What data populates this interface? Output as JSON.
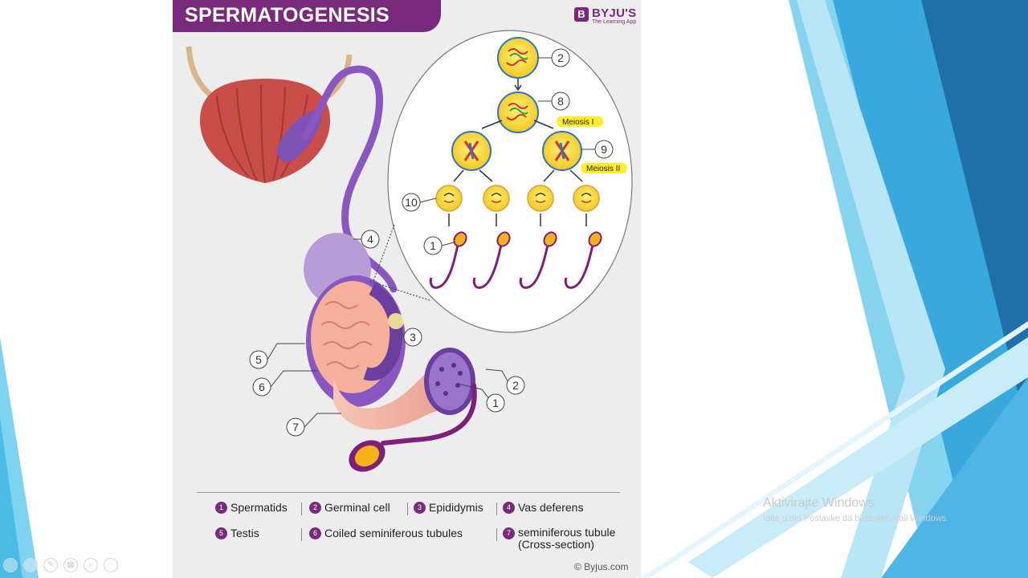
{
  "slide": {
    "title": "SPERMATOGENESIS",
    "brand": {
      "mark": "B",
      "name": "BYJU'S",
      "tagline": "The Learning App"
    },
    "credit": "© Byjus.com"
  },
  "diagram": {
    "callouts": [
      "2",
      "8",
      "9",
      "10",
      "1",
      "4",
      "3",
      "5",
      "6",
      "7",
      "2",
      "1"
    ],
    "meiosis_labels": [
      "Meiosis I",
      "Meiosis II"
    ]
  },
  "legend": [
    {
      "num": "1",
      "label": "Spermatids"
    },
    {
      "num": "2",
      "label": "Germinal cell"
    },
    {
      "num": "3",
      "label": "Epididymis"
    },
    {
      "num": "4",
      "label": "Vas deferens"
    },
    {
      "num": "5",
      "label": "Testis"
    },
    {
      "num": "6",
      "label": "Coiled seminiferous tubules"
    },
    {
      "num": "7",
      "label": "seminiferous tubule",
      "label2": "(Cross-section)"
    }
  ],
  "os_watermark": {
    "title": "Aktivirajte Windows",
    "subtitle": "Idite u dio Postavke da biste aktivirali Windows."
  },
  "toolbar": {
    "buttons": [
      {
        "name": "prev-slide-button",
        "icon": "‹"
      },
      {
        "name": "next-slide-button",
        "icon": "›"
      },
      {
        "name": "pen-tool-button",
        "icon": "✎"
      },
      {
        "name": "slides-grid-button",
        "icon": "▦"
      },
      {
        "name": "zoom-button",
        "icon": "⌕"
      },
      {
        "name": "more-options-button",
        "icon": "⋯"
      }
    ]
  },
  "colors": {
    "brand_purple": "#7a2a7c",
    "slide_bg": "#ededed",
    "theme_blue": "#2e9fd8",
    "theme_dark_blue": "#1f6fa8"
  }
}
